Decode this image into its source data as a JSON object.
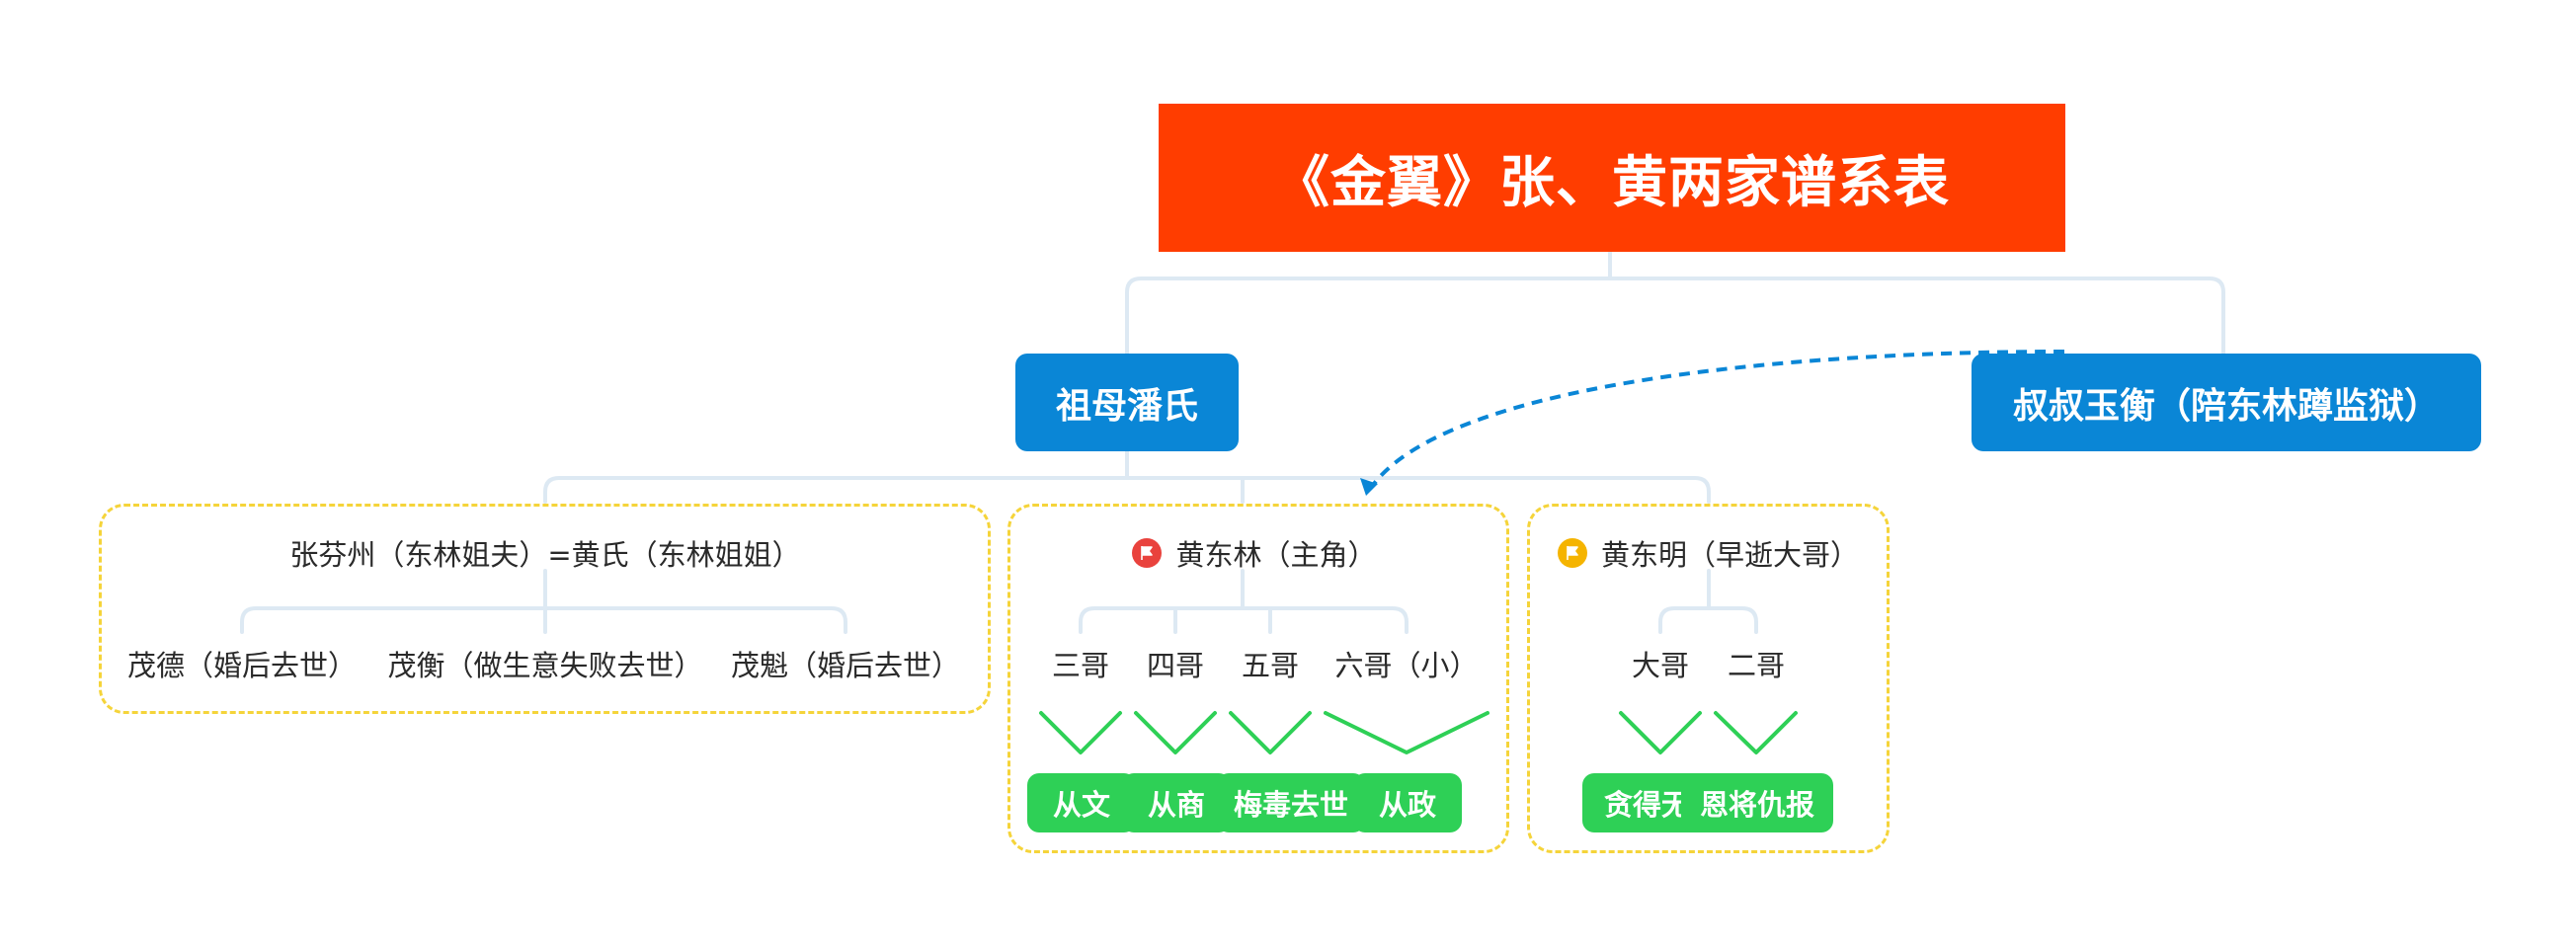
{
  "title": "《金翼》张、黄两家谱系表",
  "branches": {
    "grandmother": "祖母潘氏",
    "uncle": "叔叔玉衡（陪东林蹲监狱）"
  },
  "group_zhang": {
    "couple": "张芬州（东林姐夫）=黄氏（东林姐姐）",
    "children": [
      "茂德（婚后去世）",
      "茂衡（做生意失败去世）",
      "茂魁（婚后去世）"
    ]
  },
  "group_donglin": {
    "head": "黄东林（主角）",
    "flag_color": "#e9423d",
    "children": [
      "三哥",
      "四哥",
      "五哥",
      "六哥（小）"
    ],
    "tags": [
      "从文",
      "从商",
      "梅毒去世",
      "从政"
    ]
  },
  "group_dongming": {
    "head": "黄东明（早逝大哥）",
    "flag_color": "#f5b400",
    "children": [
      "大哥",
      "二哥"
    ],
    "tags": [
      "贪得无厌",
      "恩将仇报"
    ]
  },
  "colors": {
    "root": "#ff3d00",
    "branch": "#0a86d6",
    "group_border": "#f5d43a",
    "tag": "#2ed056",
    "connector": "#dde9f3",
    "dashed_arrow": "#0a86d6"
  }
}
